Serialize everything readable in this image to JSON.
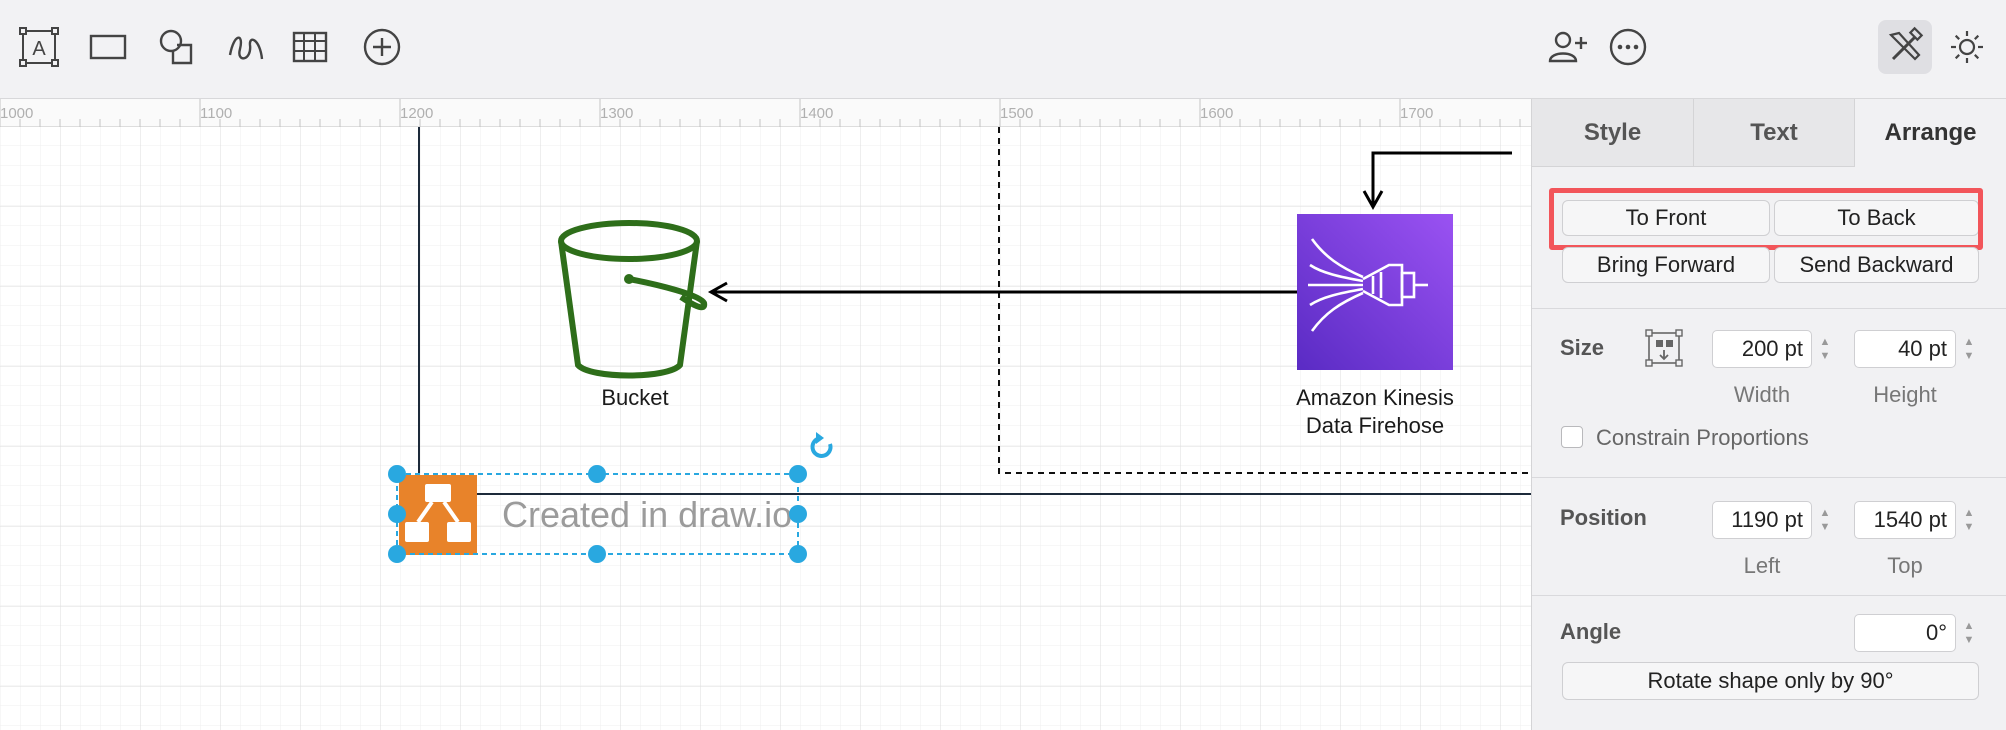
{
  "toolbar": {
    "left_tools": [
      "text-tool-icon",
      "rectangle-tool-icon",
      "shapes-tool-icon",
      "freehand-tool-icon",
      "table-tool-icon",
      "insert-more-icon"
    ],
    "right_tools": [
      "share-icon",
      "more-options-icon",
      "format-panel-icon",
      "theme-icon"
    ]
  },
  "canvas": {
    "ruler_labels": [
      "1000",
      "1100",
      "1200",
      "1300",
      "1400",
      "1500",
      "1600",
      "1700"
    ],
    "shapes": {
      "bucket_label": "Bucket",
      "firehose_label_line1": "Amazon Kinesis",
      "firehose_label_line2": "Data Firehose",
      "selected_text": "Created in draw.io"
    },
    "colors": {
      "bucket": "#2e6e1a",
      "firehose": "#7b3fe4",
      "drawio": "#e8832a",
      "selection": "#29a8e0"
    }
  },
  "panel": {
    "tabs": [
      "Style",
      "Text",
      "Arrange"
    ],
    "active_tab": "Arrange",
    "buttons": {
      "to_front": "To Front",
      "to_back": "To Back",
      "bring_forward": "Bring Forward",
      "send_backward": "Send Backward",
      "rotate": "Rotate shape only by 90°"
    },
    "size": {
      "label": "Size",
      "width_value": "200 pt",
      "height_value": "40 pt",
      "width_label": "Width",
      "height_label": "Height",
      "constrain_label": "Constrain Proportions",
      "constrain_checked": false
    },
    "position": {
      "label": "Position",
      "left_value": "1190 pt",
      "top_value": "1540 pt",
      "left_label": "Left",
      "top_label": "Top"
    },
    "angle": {
      "label": "Angle",
      "value": "0°"
    },
    "highlight_color": "#f2555a"
  }
}
